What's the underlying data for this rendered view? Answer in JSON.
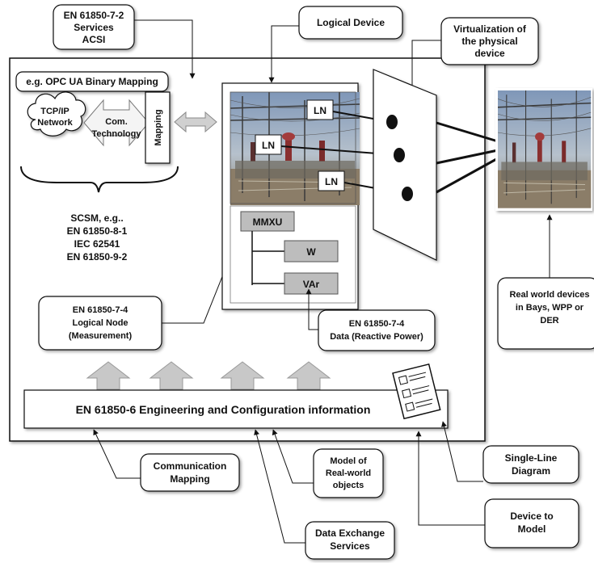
{
  "callouts": {
    "services_acsi": [
      "EN 61850-7-2",
      "Services",
      "ACSI"
    ],
    "logical_device": [
      "Logical Device"
    ],
    "virtualization": [
      "Virtualization of",
      "the physical",
      "device"
    ],
    "opc_ua": [
      "e.g. OPC UA Binary Mapping"
    ],
    "scsm": [
      "SCSM, e.g..",
      "EN 61850-8-1",
      "IEC 62541",
      "EN 61850-9-2"
    ],
    "logical_node": [
      "EN 61850-7-4",
      "Logical Node",
      "(Measurement)"
    ],
    "data_reactive": [
      "EN 61850-7-4",
      "Data (Reactive Power)"
    ],
    "real_world_devices": [
      "Real world devices",
      "in Bays, WPP or",
      "DER"
    ],
    "communication_mapping": [
      "Communication",
      "Mapping"
    ],
    "model_real_world": [
      "Model of",
      "Real-world",
      "objects"
    ],
    "single_line": [
      "Single-Line",
      "Diagram"
    ],
    "device_to_model": [
      "Device to",
      "Model"
    ],
    "data_exchange": [
      "Data Exchange",
      "Services"
    ]
  },
  "network": {
    "cloud": [
      "TCP/IP",
      "Network"
    ],
    "com_technology": [
      "Com.",
      "Technology"
    ],
    "mapping": "Mapping"
  },
  "logical_nodes": [
    "LN",
    "LN",
    "LN"
  ],
  "data_tree": {
    "root": "MMXU",
    "children": [
      "W",
      "VAr"
    ]
  },
  "engineering_bar": "EN 61850-6 Engineering and Configuration information",
  "icons": {
    "photo": "substation-photo",
    "document": "document-icon"
  }
}
